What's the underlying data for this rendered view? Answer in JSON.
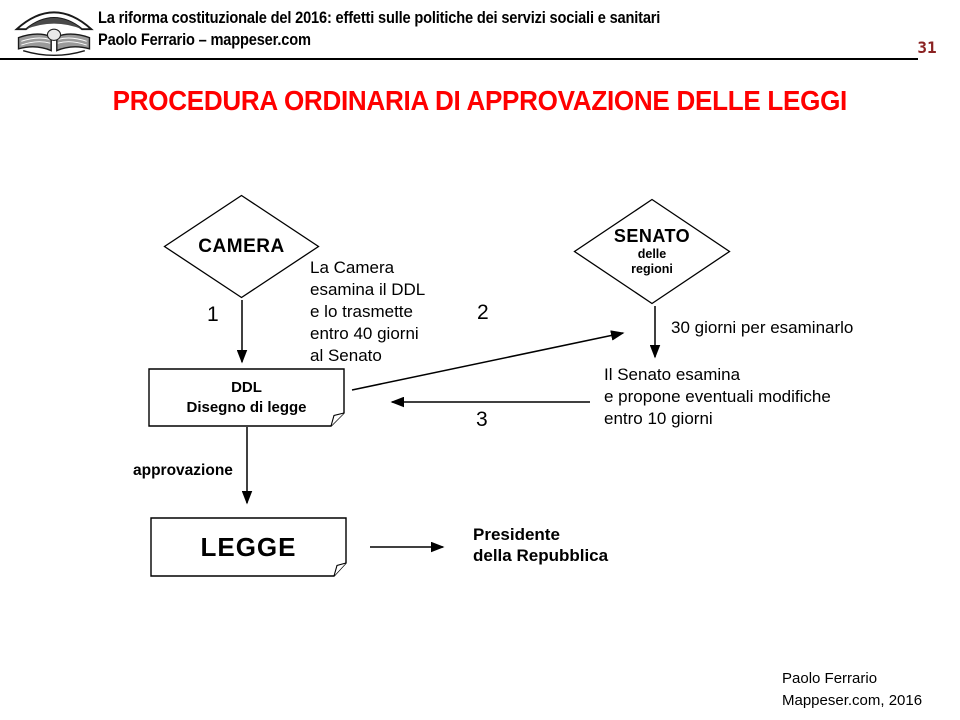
{
  "header": {
    "title_line1": "La riforma costituzionale del 2016: effetti sulle politiche dei servizi sociali e sanitari",
    "title_line2": "Paolo Ferrario – mappeser.com",
    "page_number": "31",
    "logo_icon": "open-book-logo"
  },
  "slide_title": "PROCEDURA ORDINARIA DI APPROVAZIONE DELLE LEGGI",
  "diagram": {
    "camera": {
      "label": "CAMERA"
    },
    "senato": {
      "label": "SENATO",
      "sub_line1": "delle",
      "sub_line2": "regioni"
    },
    "ddl_box": {
      "line1": "DDL",
      "line2": "Disegno di legge"
    },
    "legge_box": {
      "label": "LEGGE"
    },
    "camera_note": [
      "La Camera",
      "esamina il DDL",
      "e lo trasmette",
      "entro 40 giorni",
      "al Senato"
    ],
    "senato_wait_note": "30 giorni per esaminarlo",
    "senato_note": [
      "Il Senato esamina",
      "e propone eventuali modifiche",
      "entro 10 giorni"
    ],
    "approvazione_label": "approvazione",
    "presidente_note": [
      "Presidente",
      "della Repubblica"
    ],
    "step1": "1",
    "step2": "2",
    "step3": "3"
  },
  "footer": {
    "line1": "Paolo Ferrario",
    "line2": "Mappeser.com, 2016"
  },
  "colors": {
    "title_red": "#ff0000",
    "page_number_red": "#8b2222",
    "line_black": "#000000"
  }
}
